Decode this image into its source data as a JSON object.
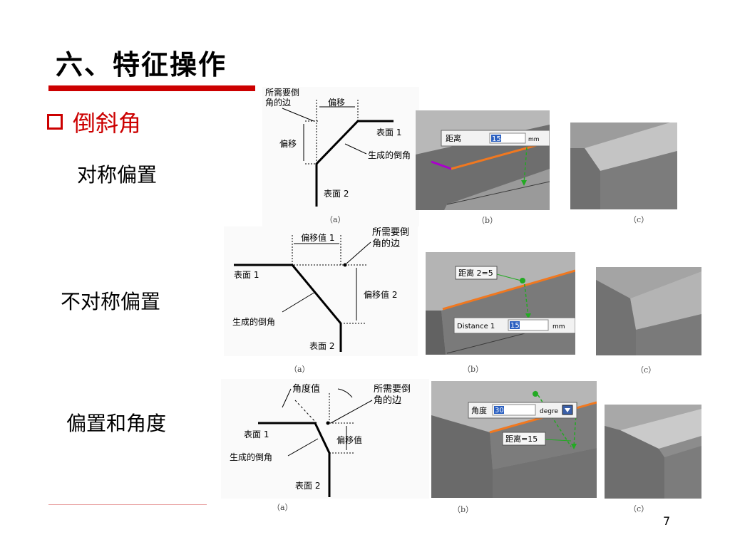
{
  "title": "六、特征操作",
  "section": "倒斜角",
  "colors": {
    "accent": "#cc0000",
    "edge_highlight": "#f07820",
    "guide": "#22aa22"
  },
  "rows": [
    {
      "label": "对称偏置",
      "diagram": {
        "edge_note_line1": "所需要倒",
        "edge_note_line2": "角的边",
        "offset_top": "偏移",
        "offset_side": "偏移",
        "surface1": "表面 1",
        "surface2": "表面 2",
        "chamfer": "生成的倒角"
      },
      "field_label": "距离",
      "field_value": "15",
      "field_unit": "mm",
      "caption_a": "（a）",
      "caption_b": "（b）",
      "caption_c": "（c）"
    },
    {
      "label": "不对称偏置",
      "diagram": {
        "offset1": "偏移值 1",
        "offset2": "偏移值 2",
        "edge_note_line1": "所需要倒",
        "edge_note_line2": "角的边",
        "surface1": "表面 1",
        "surface2": "表面 2",
        "chamfer": "生成的倒角"
      },
      "callout": "距离 2=5",
      "field_label": "Distance 1",
      "field_value": "15",
      "field_unit": "mm",
      "caption_a": "（a）",
      "caption_b": "（b）",
      "caption_c": "（c）"
    },
    {
      "label": "偏置和角度",
      "diagram": {
        "angle": "角度值",
        "edge_note_line1": "所需要倒",
        "edge_note_line2": "角的边",
        "offset": "偏移值",
        "surface1": "表面 1",
        "surface2": "表面 2",
        "chamfer": "生成的倒角"
      },
      "field_label": "角度",
      "field_value": "30",
      "field_unit": "degre",
      "callout": "距离=15",
      "caption_a": "（a）",
      "caption_b": "（b）",
      "caption_c": "（c）"
    }
  ],
  "page_number": "7"
}
